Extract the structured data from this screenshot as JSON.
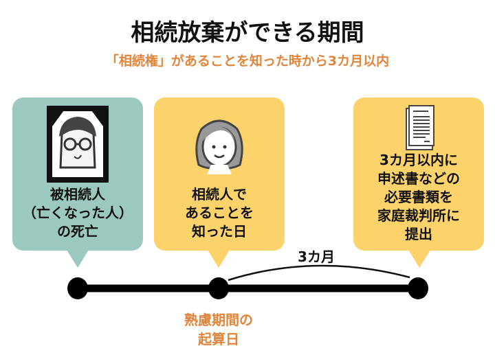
{
  "title": "相続放棄ができる期間",
  "subtitle": "「相続権」があることを知った時から3カ月以内",
  "colors": {
    "teal": "#9cc9bf",
    "yellow": "#fcd26a",
    "orange": "#e0843a"
  },
  "steps": [
    {
      "lines": [
        "被相続人",
        "（亡くなった人）",
        "の死亡"
      ],
      "icon": "deceased-portrait-icon"
    },
    {
      "lines": [
        "相続人で",
        "あることを",
        "知った日"
      ],
      "icon": "woman-icon"
    },
    {
      "lines": [
        "3カ月以内に",
        "申述書などの",
        "必要書類を",
        "家庭裁判所に",
        "提出"
      ],
      "icon": "document-icon"
    }
  ],
  "span_label": "3カ月",
  "start_label": [
    "熟慮期間の",
    "起算日"
  ]
}
